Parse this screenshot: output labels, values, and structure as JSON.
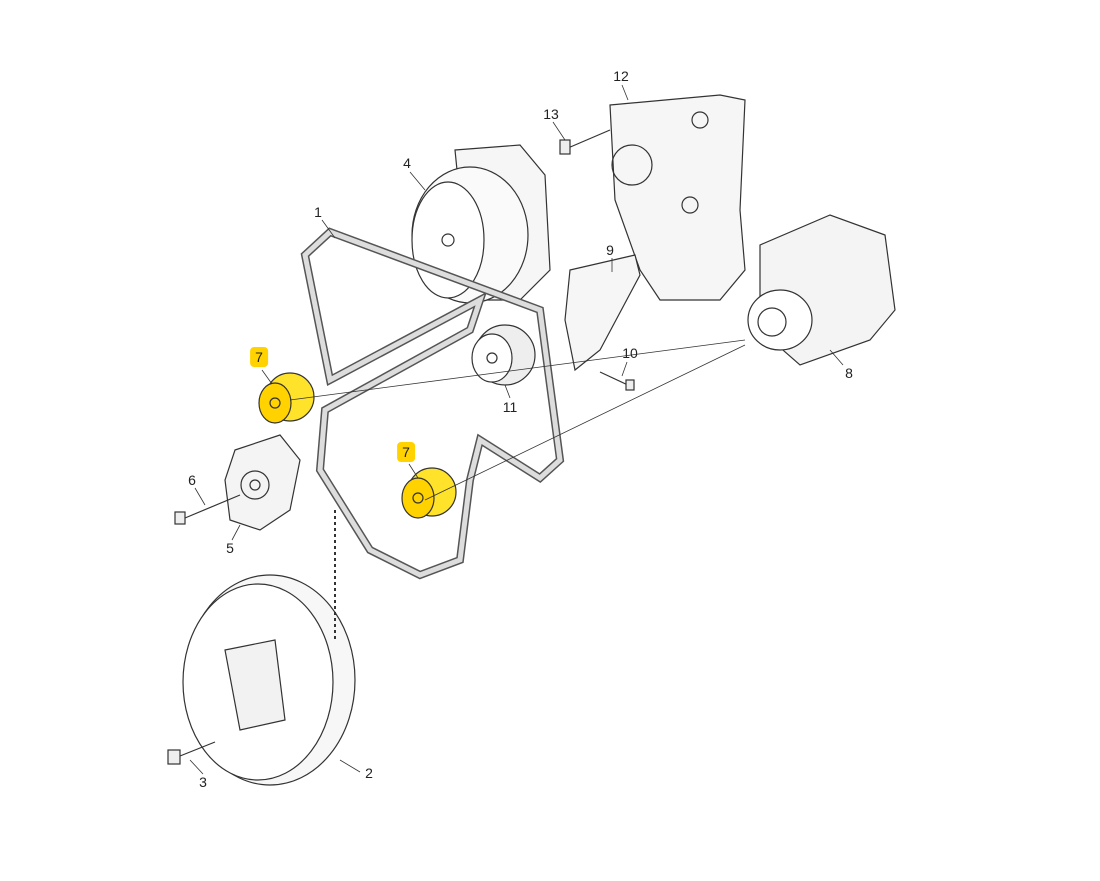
{
  "callouts": [
    {
      "id": "1",
      "text": "1"
    },
    {
      "id": "2",
      "text": "2"
    },
    {
      "id": "3",
      "text": "3"
    },
    {
      "id": "4",
      "text": "4"
    },
    {
      "id": "5",
      "text": "5"
    },
    {
      "id": "6",
      "text": "6"
    },
    {
      "id": "7a",
      "text": "7",
      "highlighted": true
    },
    {
      "id": "7b",
      "text": "7",
      "highlighted": true
    },
    {
      "id": "8",
      "text": "8"
    },
    {
      "id": "9",
      "text": "9"
    },
    {
      "id": "10",
      "text": "10"
    },
    {
      "id": "11",
      "text": "11"
    },
    {
      "id": "12",
      "text": "12"
    },
    {
      "id": "13",
      "text": "13"
    }
  ],
  "colors": {
    "highlight": "#ffd200",
    "line": "#333333",
    "part_fill": "#f4f4f4"
  }
}
